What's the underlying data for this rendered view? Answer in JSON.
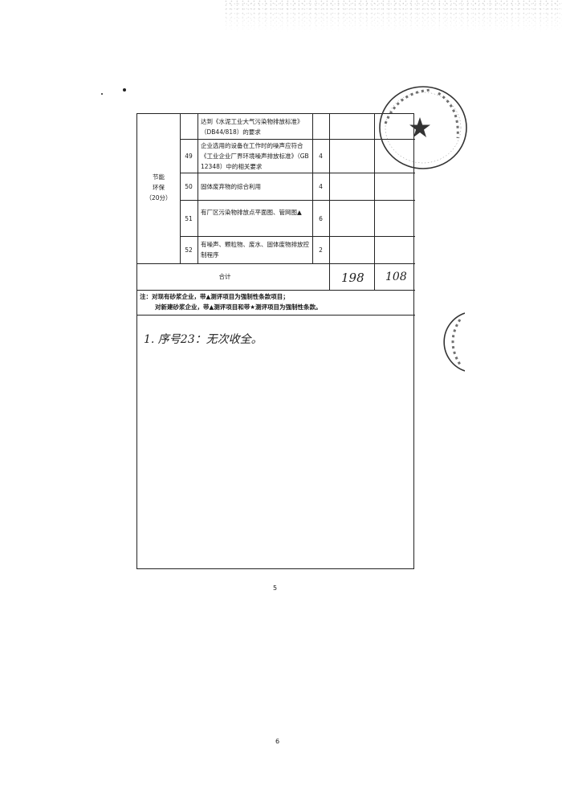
{
  "category": {
    "line1": "节能",
    "line2": "环保",
    "line3": "（20分）"
  },
  "rows": [
    {
      "no": "",
      "text": "达到《水泥工业大气污染物排放标准》（DB44/818）的要求",
      "score": ""
    },
    {
      "no": "49",
      "text": "企业选用的设备在工作时的噪声应符合《工业企业厂界环境噪声排放标准》（GB 12348）中的相关要求",
      "score": "4"
    },
    {
      "no": "50",
      "text": "固体废弃物的综合利用",
      "score": "4"
    },
    {
      "no": "51",
      "text": "有厂区污染物排放点平面图、管网图▲",
      "score": "6"
    },
    {
      "no": "52",
      "text": "有噪声、颗粒物、废水、固体废物排放控制程序",
      "score": "2"
    }
  ],
  "total": {
    "label": "合计",
    "value1": "198",
    "value2": "108"
  },
  "notes": [
    "注：对现有砂浆企业，带▲测评项目为强制性条款项目；",
    "对新建砂浆企业，带▲测评项目和带★测评项目为强制性条款。"
  ],
  "handwritten": "1. 序号23：无次收全。",
  "page_numbers": {
    "inner": "5",
    "outer": "6"
  },
  "colors": {
    "ink": "#1a1a1a",
    "line": "#222222"
  },
  "icons": [
    "company-seal-icon",
    "partial-seal-icon"
  ]
}
